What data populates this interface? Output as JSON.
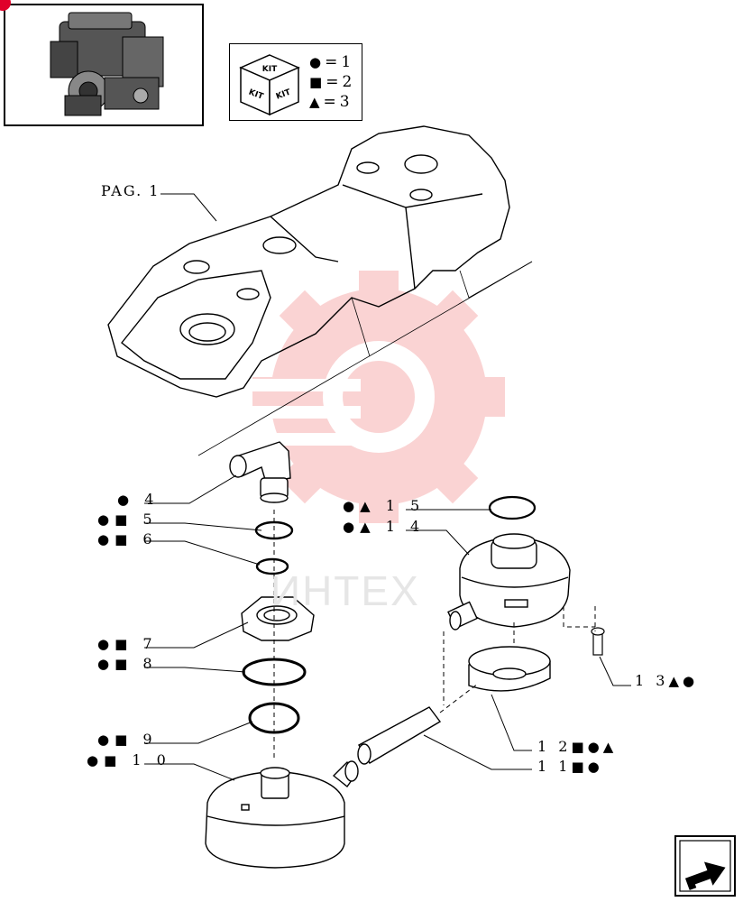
{
  "page_ref": "PAG. 1",
  "watermark": "ИНТЕХ",
  "kit_legend": {
    "kit_word": "KIT",
    "rows": [
      {
        "shape": "circle",
        "value": "1"
      },
      {
        "shape": "square",
        "value": "2"
      },
      {
        "shape": "triangle",
        "value": "3"
      }
    ]
  },
  "callouts": [
    {
      "id": "4",
      "text": "4"
    },
    {
      "id": "5",
      "text": "5"
    },
    {
      "id": "6",
      "text": "6"
    },
    {
      "id": "7",
      "text": "7"
    },
    {
      "id": "8",
      "text": "8"
    },
    {
      "id": "9",
      "text": "9"
    },
    {
      "id": "10",
      "text": "1 0"
    },
    {
      "id": "15",
      "text": "1 5"
    },
    {
      "id": "14",
      "text": "1 4"
    },
    {
      "id": "13",
      "text": "1 3"
    },
    {
      "id": "12",
      "text": "1 2"
    },
    {
      "id": "11",
      "text": "1 1"
    }
  ],
  "colors": {
    "line": "#000000",
    "watermark_red": "#f5a0a0",
    "corner_dot": "#e0002a"
  },
  "icons": {
    "nav": "next-page-arrow-icon",
    "thumbnail": "engine-thumbnail-icon"
  }
}
